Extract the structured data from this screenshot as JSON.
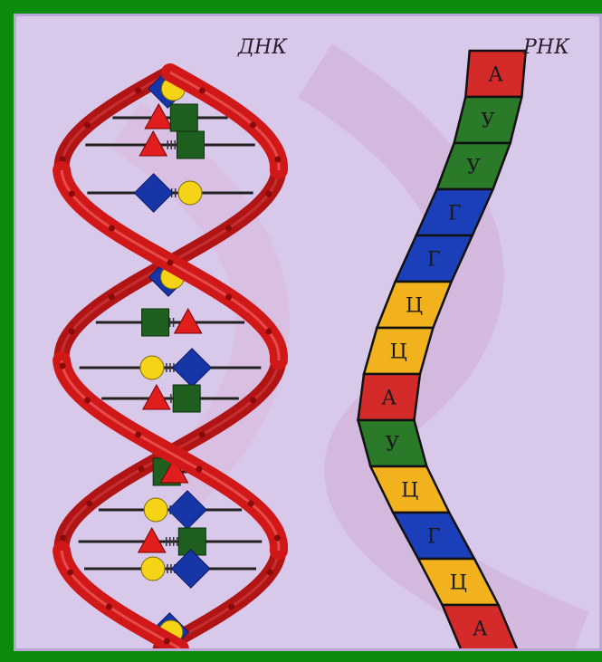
{
  "labels": {
    "dna": "ДНК",
    "rna": "РНК"
  },
  "rna_sequence": [
    "А",
    "У",
    "У",
    "Г",
    "Г",
    "Ц",
    "Ц",
    "А",
    "У",
    "Ц",
    "Г",
    "Ц",
    "А"
  ],
  "nucleotide_colors": {
    "А": "#d42a2a",
    "У": "#2a7a2a",
    "Г": "#1a3fb8",
    "Ц": "#f2b21e"
  },
  "dna_base_pairs": [
    {
      "left": "diamond",
      "right": "circle"
    },
    {
      "left": "triangle",
      "right": "square"
    },
    {
      "left": "triangle",
      "right": "square"
    },
    {
      "left": "diamond",
      "right": "circle"
    },
    {
      "left": "diamond",
      "right": "circle"
    },
    {
      "left": "square",
      "right": "triangle"
    },
    {
      "left": "circle",
      "right": "diamond"
    },
    {
      "left": "triangle",
      "right": "square"
    },
    {
      "left": "square",
      "right": "triangle"
    },
    {
      "left": "circle",
      "right": "diamond"
    },
    {
      "left": "triangle",
      "right": "square"
    },
    {
      "left": "circle",
      "right": "diamond"
    },
    {
      "left": "diamond",
      "right": "circle"
    }
  ],
  "colors": {
    "strand": "#d01818",
    "strand_dark": "#8a0a0a",
    "diamond": "#1636a8",
    "circle": "#f5d418",
    "square": "#1e5e1e",
    "triangle": "#e01e1e",
    "background": "#d8c8ea"
  }
}
